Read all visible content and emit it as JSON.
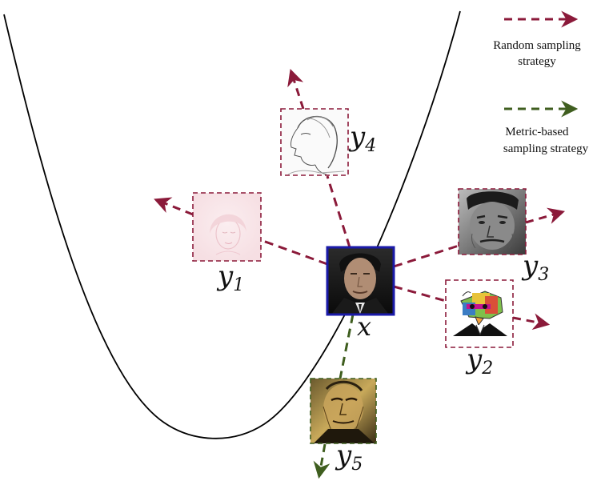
{
  "legend": {
    "random": {
      "line1": "Random sampling",
      "line2": "strategy",
      "color": "#8b1a3a"
    },
    "metric": {
      "line1": "Metric-based",
      "line2": "sampling strategy",
      "color": "#3f5e1f"
    }
  },
  "nodes": {
    "x": {
      "base": "x",
      "sub": "",
      "style": "anchor"
    },
    "y1": {
      "base": "y",
      "sub": "1",
      "style": "random"
    },
    "y2": {
      "base": "y",
      "sub": "2",
      "style": "random"
    },
    "y3": {
      "base": "y",
      "sub": "3",
      "style": "random"
    },
    "y4": {
      "base": "y",
      "sub": "4",
      "style": "random"
    },
    "y5": {
      "base": "y",
      "sub": "5",
      "style": "metric"
    }
  },
  "colors": {
    "random": "#8b1a3a",
    "metric": "#3f5e1f",
    "anchor": "#1a1aa8",
    "curve": "#000000"
  },
  "icons": {
    "y1": "faint-female-portrait-icon",
    "y2": "cubist-cartoon-face-icon",
    "y3": "bw-male-photo-icon",
    "y4": "sketch-female-profile-icon",
    "y5": "painted-old-man-portrait-icon",
    "x": "male-photo-portrait-icon"
  }
}
